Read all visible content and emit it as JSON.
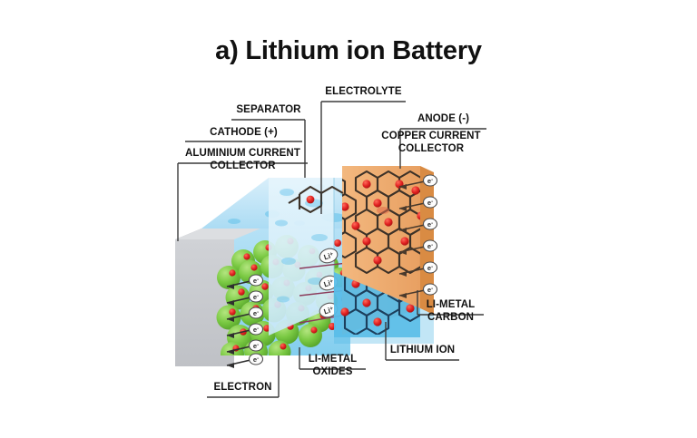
{
  "figure": {
    "title": "a) Lithium ion Battery",
    "labels": {
      "separator": "SEPARATOR",
      "electrolyte": "ELECTROLYTE",
      "anode": "ANODE (-)",
      "copper_collector_l1": "COPPER CURRENT",
      "copper_collector_l2": "COLLECTOR",
      "cathode": "CATHODE (+)",
      "aluminium_collector_l1": "ALUMINIUM CURRENT",
      "aluminium_collector_l2": "COLLECTOR",
      "electron": "ELECTRON",
      "li_metal_oxides_l1": "LI-METAL",
      "li_metal_oxides_l2": "OXIDES",
      "lithium_ion": "LITHIUM ION",
      "li_metal_carbon_l1": "LI-METAL",
      "li_metal_carbon_l2": "CARBON"
    },
    "markers": {
      "lithium_ion_symbol": "Li",
      "lithium_ion_charge": "+",
      "electron_symbol": "e",
      "electron_charge": "-"
    },
    "colors": {
      "background": "#ffffff",
      "text": "#111111",
      "leader_line": "#3a3a3a",
      "aluminium_collector_face": "#c4c6ca",
      "aluminium_collector_top": "#dcdee1",
      "aluminium_collector_side": "#b4b7bb",
      "copper_collector": "#e79b55",
      "copper_collector_top": "#f0b276",
      "electrolyte_light": "#bfe4f5",
      "electrolyte_mid": "#9fd7f2",
      "electrolyte_deep": "#5ec0ea",
      "separator_body": "#cfeaf8",
      "separator_top": "#e2f3fb",
      "cathode_sphere": "#7ac943",
      "cathode_sphere_light": "#a3dc6e",
      "lithium_dot": "#e02020",
      "carbon_lattice_dark": "#3d3228",
      "carbon_lattice_blue": "#1d3f5c",
      "arrow": "#4a3a2c"
    },
    "components": [
      {
        "name": "aluminium-current-collector",
        "material": "aluminium",
        "side": "cathode"
      },
      {
        "name": "li-metal-oxides",
        "material": "lithium metal oxide particles",
        "side": "cathode"
      },
      {
        "name": "electrolyte",
        "material": "liquid electrolyte",
        "side": "middle"
      },
      {
        "name": "separator",
        "material": "porous separator",
        "side": "middle"
      },
      {
        "name": "li-metal-carbon",
        "material": "graphite carbon lattice",
        "side": "anode"
      },
      {
        "name": "copper-current-collector",
        "material": "copper",
        "side": "anode"
      }
    ]
  }
}
